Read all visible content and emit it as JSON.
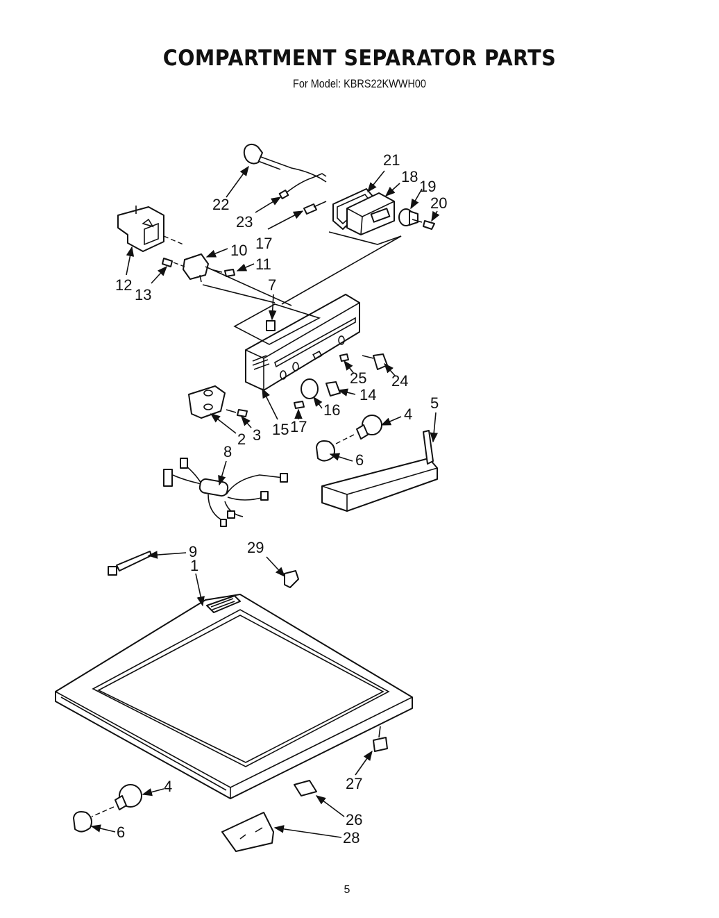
{
  "title": "COMPARTMENT SEPARATOR PARTS",
  "subtitle": "For Model: KBRS22KWWH00",
  "page_number": "5",
  "labels": {
    "p1": "1",
    "p2": "2",
    "p3": "3",
    "p4a": "4",
    "p4b": "4",
    "p5": "5",
    "p6a": "6",
    "p6b": "6",
    "p7": "7",
    "p8": "8",
    "p9": "9",
    "p10": "10",
    "p11": "11",
    "p12": "12",
    "p13": "13",
    "p14": "14",
    "p15": "15",
    "p16": "16",
    "p17a": "17",
    "p17b": "17",
    "p18": "18",
    "p19": "19",
    "p20": "20",
    "p21": "21",
    "p22": "22",
    "p23": "23",
    "p24": "24",
    "p25": "25",
    "p26": "26",
    "p27": "27",
    "p28": "28",
    "p29": "29"
  }
}
